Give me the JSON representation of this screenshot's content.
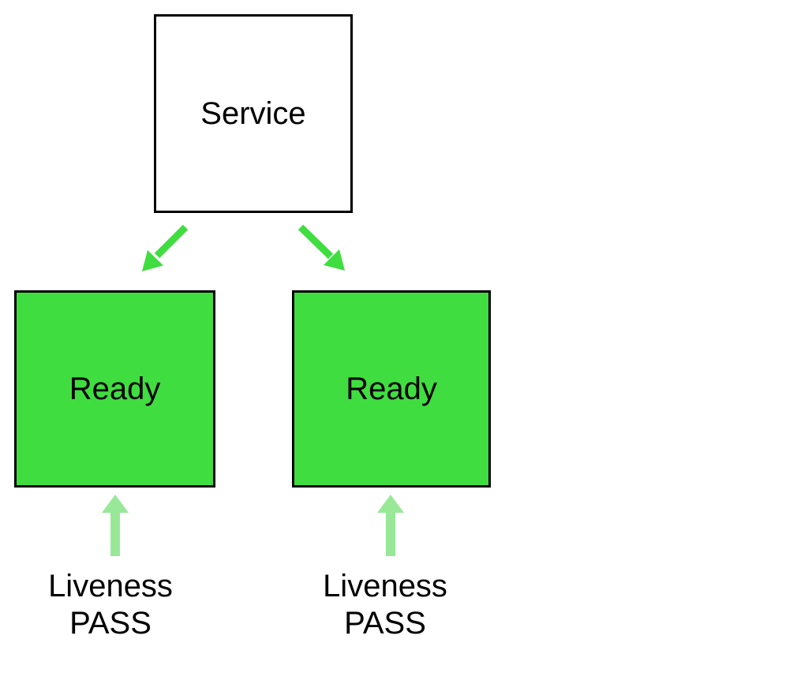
{
  "diagram": {
    "service": {
      "label": "Service"
    },
    "pods": [
      {
        "state_label": "Ready",
        "probe_name": "Liveness",
        "probe_result": "PASS"
      },
      {
        "state_label": "Ready",
        "probe_name": "Liveness",
        "probe_result": "PASS"
      }
    ],
    "colors": {
      "ready_fill": "#40dd40",
      "routing_arrow": "#40dd40",
      "probe_arrow": "#98e898",
      "box_border": "#000000",
      "text": "#000000",
      "background": "#ffffff"
    }
  }
}
